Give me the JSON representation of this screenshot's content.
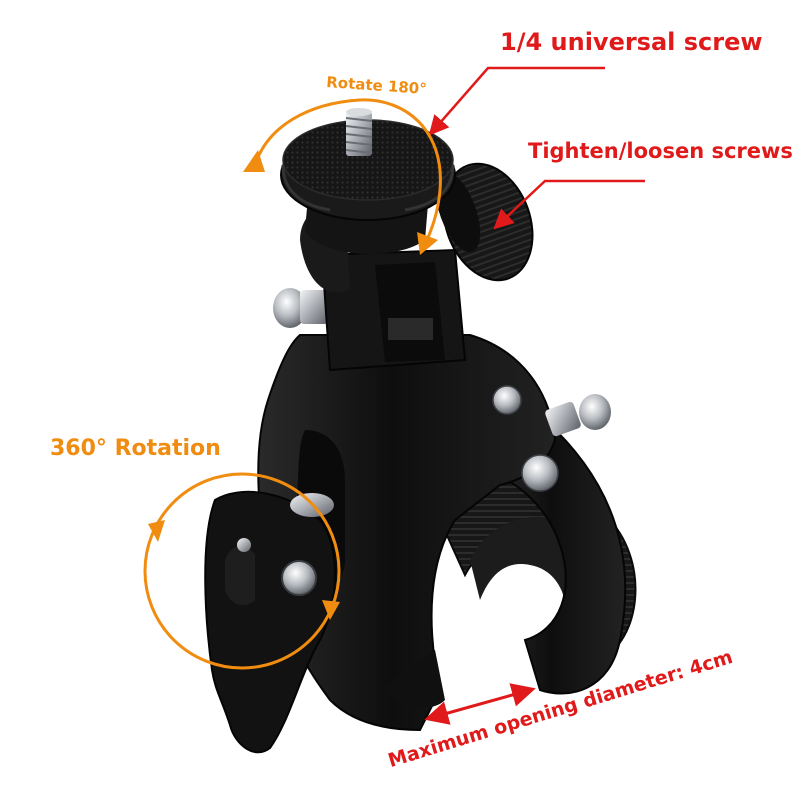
{
  "colors": {
    "annotation_red": "#e01a1a",
    "annotation_orange": "#f08c10",
    "clamp_black": "#141414",
    "metal": "#c9ccd0",
    "background": "#ffffff"
  },
  "annotations": {
    "universal_screw": "1/4 universal screw",
    "tighten_loosen": "Tighten/loosen screws",
    "rotate_180": "Rotate 180°",
    "rotation_360": "360° Rotation",
    "max_opening": "Maximum opening diameter: 4cm"
  },
  "product": {
    "parts": [
      "camera-mount-knob",
      "threaded-stud",
      "tightening-knob",
      "clamp-body",
      "rubber-jaw",
      "quick-release-lever",
      "acorn-nuts"
    ]
  }
}
